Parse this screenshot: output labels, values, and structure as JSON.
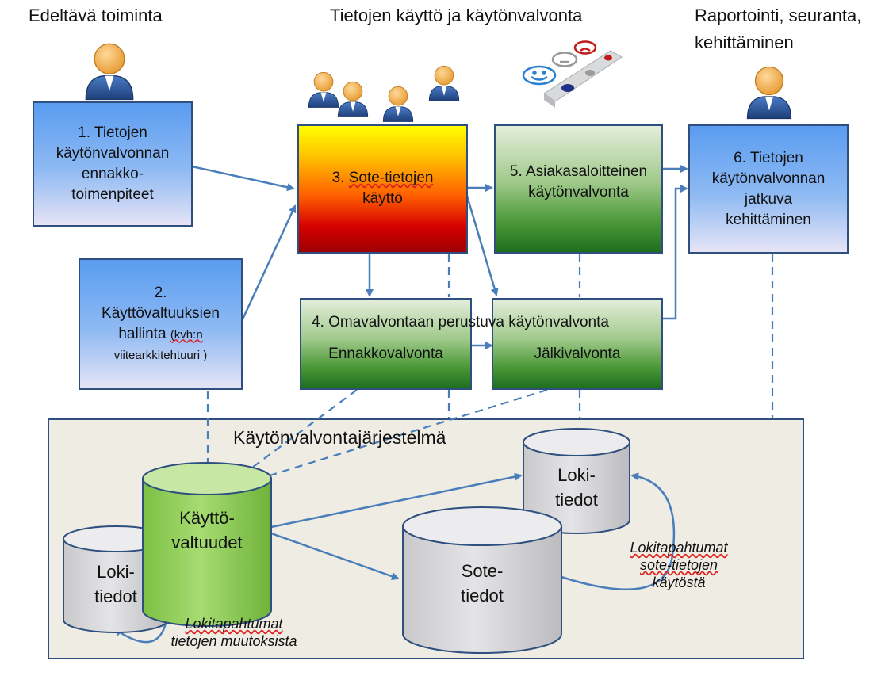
{
  "headers": {
    "left": "Edeltävä toiminta",
    "center": "Tietojen käyttö ja käytönvalvonta",
    "right_line1": "Raportointi, seuranta,",
    "right_line2": "kehittäminen"
  },
  "boxes": {
    "b1": [
      "1. Tietojen",
      "käytönvalvonnan",
      "ennakko-",
      "toimenpiteet"
    ],
    "b2": {
      "l1": "2.",
      "l2": "Käyttövaltuuksien",
      "l3a": "hallinta",
      "l3b": "(kvh:n",
      "l4": "viitearkkitehtuuri )"
    },
    "b3": {
      "a": "3.",
      "b": "Sote-tietojen",
      "c": "käyttö"
    },
    "b4": {
      "title": "4. Omavalvontaan perustuva käytönvalvonta",
      "left": "Ennakkovalvonta",
      "right": "Jälkivalvonta"
    },
    "b5": [
      "5. Asiakasaloitteinen",
      "käytönvalvonta"
    ],
    "b6": [
      "6. Tietojen",
      "käytönvalvonnan",
      "jatkuva",
      "kehittäminen"
    ]
  },
  "system": {
    "title": "Käytönvalvontajärjestelmä",
    "kayttovaltuudet": [
      "Käyttö-",
      "valtuudet"
    ],
    "loki_left": [
      "Loki-",
      "tiedot"
    ],
    "loki_right": [
      "Loki-",
      "tiedot"
    ],
    "sote": [
      "Sote-",
      "tiedot"
    ],
    "note_left": [
      "Lokitapahtumat",
      "tietojen muutoksista"
    ],
    "note_right": [
      "Lokitapahtumat",
      "sote-tietojen",
      "käytöstä"
    ]
  },
  "colors": {
    "arrow": "#4a7ebb",
    "box_border": "#2f4f7f",
    "system_bg": "#eeece3",
    "cylinder_gray": "#d7d7d9",
    "cylinder_green": "#92d050"
  },
  "icons": [
    "person-icon",
    "people-group-icon",
    "feedback-scale-icon"
  ]
}
